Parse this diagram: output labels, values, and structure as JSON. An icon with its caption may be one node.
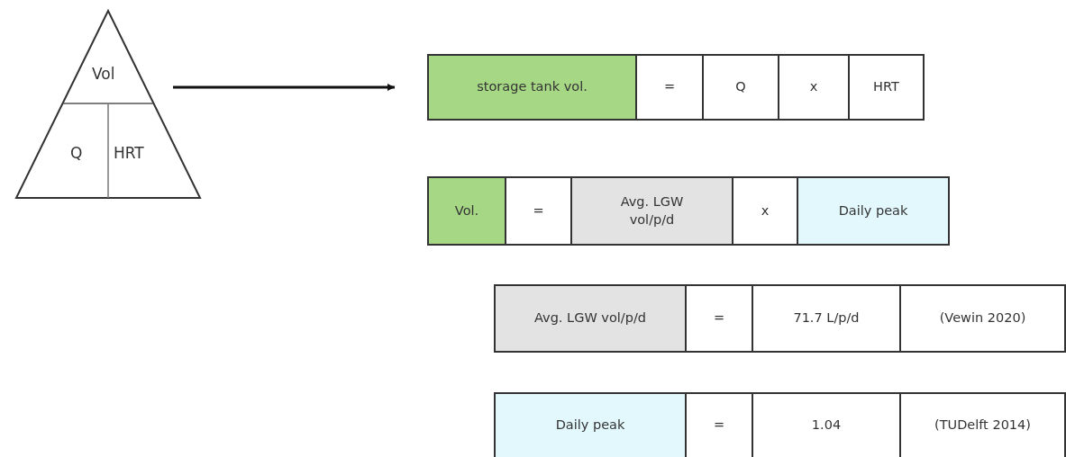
{
  "diagram": {
    "nodes": [
      {
        "text": [
          "Vol",
          "Q",
          "HRT"
        ]
      },
      {
        "text": [
          "storage tank vol."
        ]
      },
      {
        "text": [
          "="
        ]
      },
      {
        "text": [
          "Q"
        ]
      },
      {
        "text": [
          "x"
        ]
      },
      {
        "text": [
          "HRT"
        ]
      },
      {
        "text": [
          "Vol."
        ]
      },
      {
        "text": [
          "="
        ]
      },
      {
        "text": [
          "Avg. LGW vol/p/d"
        ]
      },
      {
        "text": [
          "x"
        ]
      },
      {
        "text": [
          "Daily peak"
        ]
      },
      {
        "text": [
          "Avg. LGW vol/p/d"
        ]
      },
      {
        "text": [
          "="
        ]
      },
      {
        "text": [
          "71.7 L/p/d"
        ]
      },
      {
        "text": [
          "(Vewin 2020)"
        ]
      },
      {
        "text": [
          "Daily peak"
        ]
      },
      {
        "text": [
          "="
        ]
      },
      {
        "text": [
          "1.04"
        ]
      },
      {
        "text": [
          "(TUDelft 2014)"
        ]
      }
    ],
    "edges": [
      {
        "from": 0,
        "to": 1,
        "arrow": "to"
      }
    ]
  }
}
